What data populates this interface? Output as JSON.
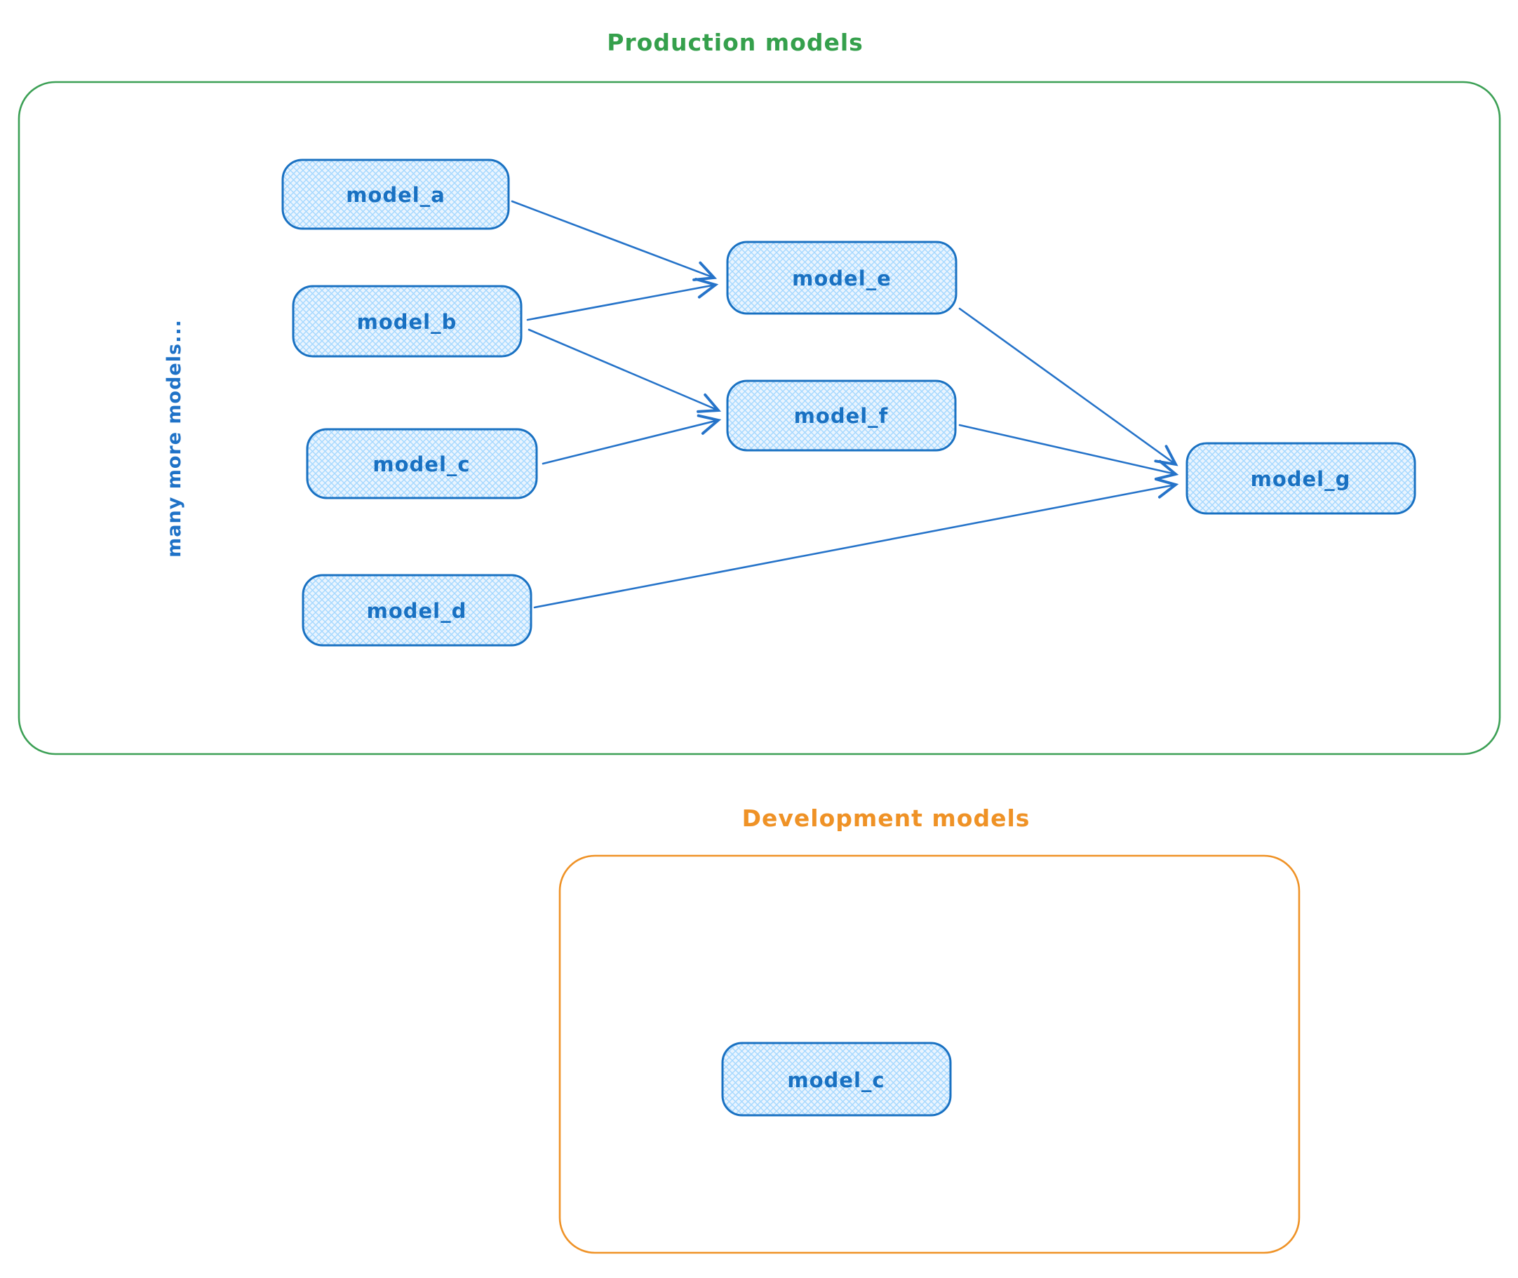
{
  "production": {
    "title": "Production models",
    "side_note": "many more models...",
    "nodes": {
      "a": {
        "label": "model_a"
      },
      "b": {
        "label": "model_b"
      },
      "c": {
        "label": "model_c"
      },
      "d": {
        "label": "model_d"
      },
      "e": {
        "label": "model_e"
      },
      "f": {
        "label": "model_f"
      },
      "g": {
        "label": "model_g"
      }
    }
  },
  "development": {
    "title": "Development models",
    "nodes": {
      "c": {
        "label": "model_c"
      }
    }
  },
  "edges": [
    {
      "from": "model_a",
      "to": "model_e"
    },
    {
      "from": "model_b",
      "to": "model_e"
    },
    {
      "from": "model_b",
      "to": "model_f"
    },
    {
      "from": "model_c",
      "to": "model_f"
    },
    {
      "from": "model_e",
      "to": "model_g"
    },
    {
      "from": "model_f",
      "to": "model_g"
    },
    {
      "from": "model_d",
      "to": "model_g"
    }
  ],
  "colors": {
    "production_accent": "#35a04c",
    "development_accent": "#ef9226",
    "node_stroke": "#1971c2",
    "node_fill": "#a5d8ff",
    "arrow": "#2573c9",
    "background": "#ffffff"
  }
}
